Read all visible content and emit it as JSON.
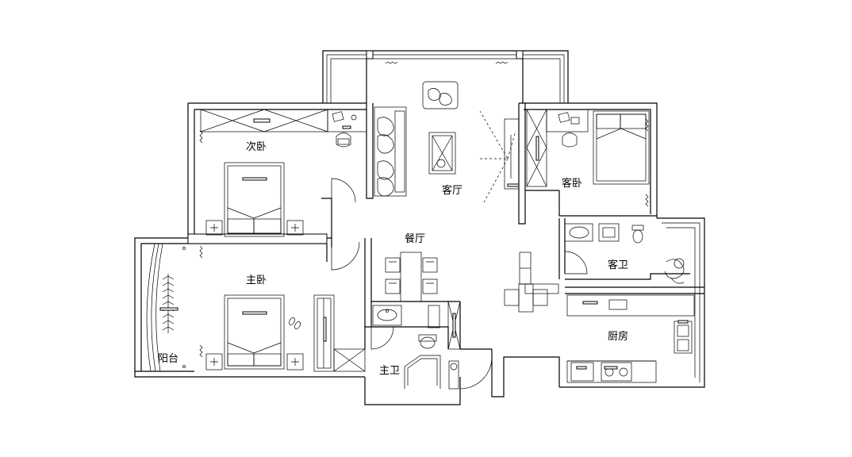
{
  "rooms": {
    "living": "客厅",
    "dining": "餐厅",
    "second_bedroom": "次卧",
    "guest_bedroom": "客卧",
    "master_bedroom": "主卧",
    "balcony": "阳台",
    "guest_bath": "客卫",
    "master_bath": "主卫",
    "kitchen": "厨房"
  }
}
